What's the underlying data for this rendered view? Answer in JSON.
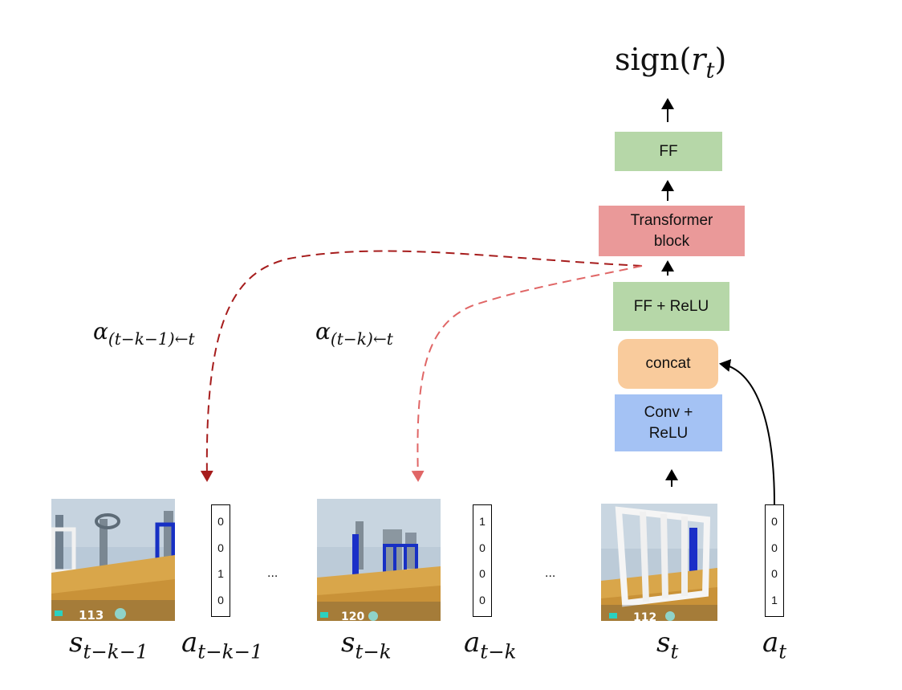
{
  "output_label": "sign(r_t)",
  "blocks": {
    "ff_top": "FF",
    "transformer_line1": "Transformer",
    "transformer_line2": "block",
    "ff_relu": "FF + ReLU",
    "concat": "concat",
    "conv_line1": "Conv +",
    "conv_line2": "ReLU"
  },
  "attention_labels": {
    "alpha1_sub": "(t−k−1)←t",
    "alpha2_sub": "(t−k)←t"
  },
  "inputs": [
    {
      "state_sub": "t−k−1",
      "action_sub": "t−k−1",
      "hud_value": "113",
      "onehot": [
        "0",
        "0",
        "1",
        "0"
      ]
    },
    {
      "state_sub": "t−k",
      "action_sub": "t−k",
      "hud_value": "120",
      "onehot": [
        "1",
        "0",
        "0",
        "0"
      ]
    },
    {
      "state_sub": "t",
      "action_sub": "t",
      "hud_value": "112",
      "onehot": [
        "0",
        "0",
        "0",
        "1"
      ]
    }
  ],
  "ellipsis": "...",
  "colors": {
    "ff": "#b6d7a8",
    "transformer": "#ea9999",
    "concat": "#f9cb9c",
    "conv": "#a4c2f4",
    "attention_dark": "#a61c1c",
    "attention_light": "#e06666"
  }
}
